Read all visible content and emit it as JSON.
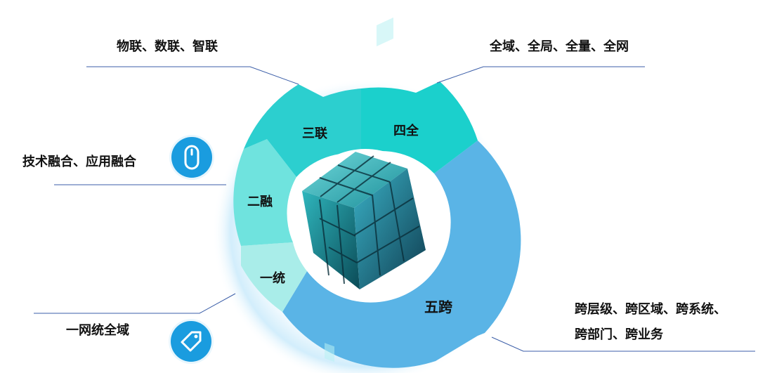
{
  "segments": {
    "sanlian": "三联",
    "siquan": "四全",
    "erong": "二融",
    "yitong": "一统",
    "wukua": "五跨"
  },
  "callouts": {
    "sanlian": "物联、数联、智联",
    "siquan": "全域、全局、全量、全网",
    "erong": "技术融合、应用融合",
    "yitong": "一网统全域",
    "wukua_line1": "跨层级、跨区域、跨系统、",
    "wukua_line2": "跨部门、跨业务"
  },
  "icons": {
    "erong": "mouse-icon",
    "yitong": "tag-icon"
  },
  "colors": {
    "sanlian": "#2ccfcf",
    "siquan": "#1bd0cc",
    "erong": "#6fe3de",
    "yitong": "#a9ede9",
    "wukua": "#5ab4e6",
    "badge": "#1a9cdf",
    "leader": "#3b5ea8"
  }
}
